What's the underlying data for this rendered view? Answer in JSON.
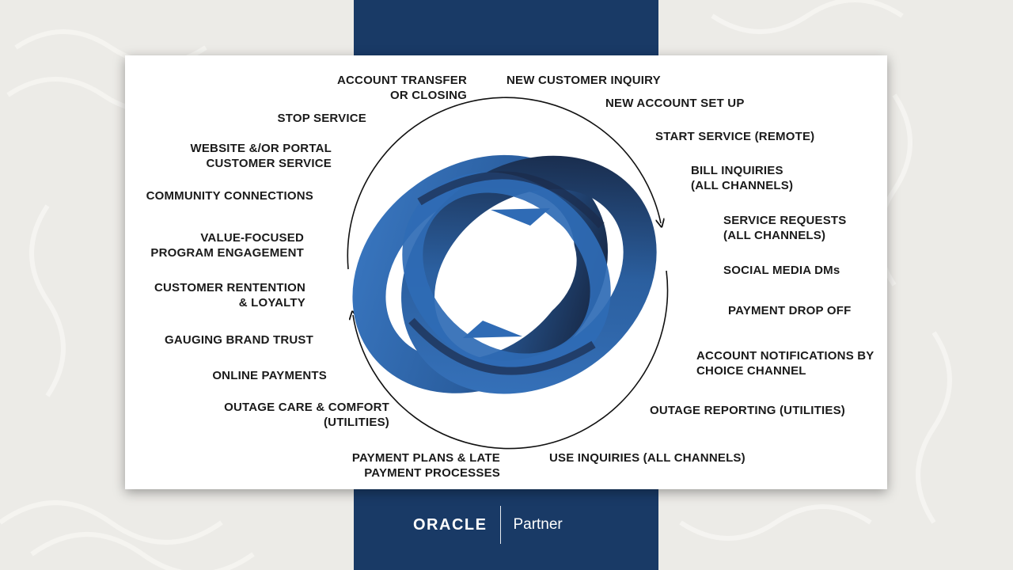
{
  "diagram": {
    "left_labels": [
      "ACCOUNT TRANSFER\nOR CLOSING",
      "STOP SERVICE",
      "WEBSITE &/OR PORTAL\nCUSTOMER SERVICE",
      "COMMUNITY CONNECTIONS",
      "VALUE-FOCUSED\nPROGRAM ENGAGEMENT",
      "CUSTOMER RENTENTION\n& LOYALTY",
      "GAUGING BRAND TRUST",
      "ONLINE PAYMENTS",
      "OUTAGE CARE & COMFORT\n(UTILITIES)",
      "PAYMENT PLANS & LATE\nPAYMENT PROCESSES"
    ],
    "right_labels": [
      "NEW CUSTOMER INQUIRY",
      "NEW ACCOUNT SET UP",
      "START SERVICE (REMOTE)",
      "BILL INQUIRIES\n(ALL CHANNELS)",
      "SERVICE REQUESTS\n(ALL CHANNELS)",
      "SOCIAL MEDIA DMs",
      "PAYMENT DROP OFF",
      "ACCOUNT NOTIFICATIONS BY\nCHOICE CHANNEL",
      "OUTAGE REPORTING (UTILITIES)",
      "USE INQUIRIES (ALL CHANNELS)"
    ],
    "colors": {
      "ring_blue": "#2f6bb5",
      "ring_dark": "#16233d",
      "navy": "#193a66"
    }
  },
  "footer": {
    "brand": "ORACLE",
    "tag": "Partner"
  }
}
